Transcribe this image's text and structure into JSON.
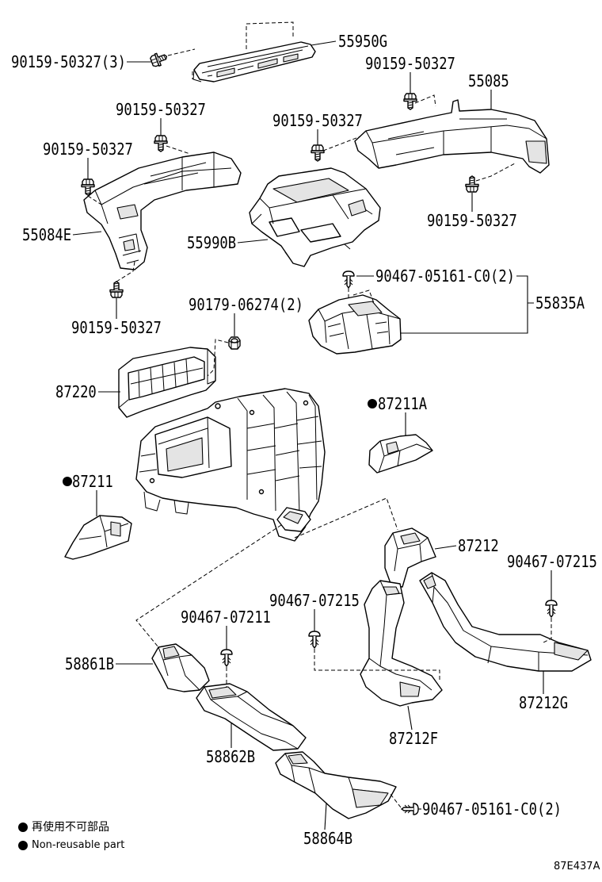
{
  "figure_code": "87E437A",
  "colors": {
    "line": "#000000",
    "background": "#ffffff",
    "marker": "#000000"
  },
  "callouts": [
    {
      "part_number": "55950G"
    },
    {
      "part_number": "90159-50327(3)"
    },
    {
      "part_number": "90159-50327"
    },
    {
      "part_number": "55085"
    },
    {
      "part_number": "90159-50327"
    },
    {
      "part_number": "90159-50327"
    },
    {
      "part_number": "90159-50327"
    },
    {
      "part_number": "90159-50327"
    },
    {
      "part_number": "55084E"
    },
    {
      "part_number": "55990B"
    },
    {
      "part_number": "90467-05161-C0(2)"
    },
    {
      "part_number": "55835A"
    },
    {
      "part_number": "90179-06274(2)"
    },
    {
      "part_number": "90159-50327"
    },
    {
      "part_number": "87220"
    },
    {
      "part_number": "87211A",
      "non_reusable": true
    },
    {
      "part_number": "87211",
      "non_reusable": true
    },
    {
      "part_number": "87212"
    },
    {
      "part_number": "90467-07215"
    },
    {
      "part_number": "90467-07215"
    },
    {
      "part_number": "90467-07211"
    },
    {
      "part_number": "58861B"
    },
    {
      "part_number": "87212G"
    },
    {
      "part_number": "87212F"
    },
    {
      "part_number": "58862B"
    },
    {
      "part_number": "90467-05161-C0(2)"
    },
    {
      "part_number": "58864B"
    }
  ],
  "legend": {
    "marker_icon": "filled-circle",
    "label_ja": "再使用不可部品",
    "label_en": "Non-reusable part"
  }
}
